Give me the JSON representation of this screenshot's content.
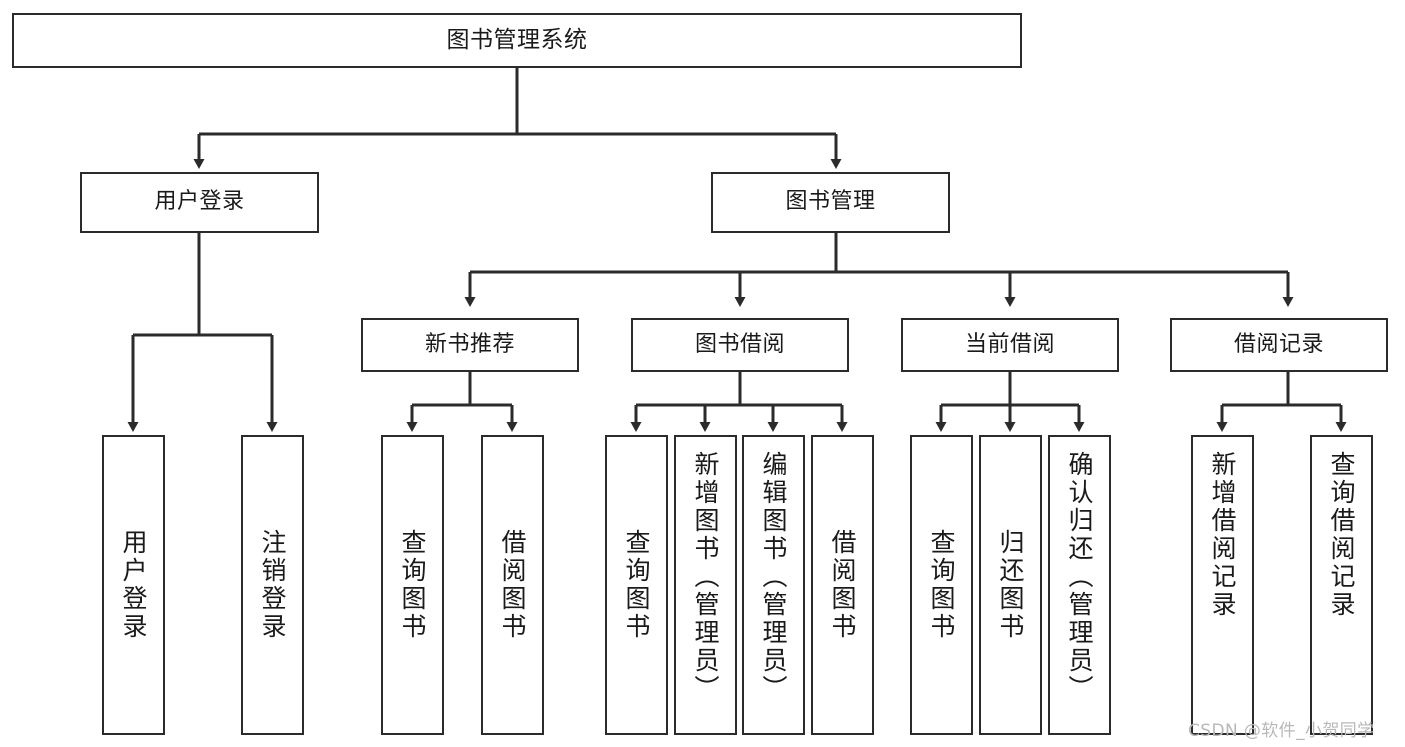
{
  "diagram": {
    "type": "tree-hierarchy",
    "title": "图书管理系统",
    "background_color": "#ffffff",
    "border_color": "#2b2b2b",
    "text_color": "#1a1a1a",
    "root": {
      "label": "图书管理系统"
    },
    "level2": [
      {
        "label": "用户登录"
      },
      {
        "label": "图书管理"
      }
    ],
    "level3": [
      {
        "label": "新书推荐"
      },
      {
        "label": "图书借阅"
      },
      {
        "label": "当前借阅"
      },
      {
        "label": "借阅记录"
      }
    ],
    "leaves": {
      "user_login": [
        {
          "label": "用户登录"
        },
        {
          "label": "注销登录"
        }
      ],
      "new_book_recommend": [
        {
          "label": "查询图书"
        },
        {
          "label": "借阅图书"
        }
      ],
      "book_borrow": [
        {
          "label": "查询图书"
        },
        {
          "label": "新增图书（管理员）"
        },
        {
          "label": "编辑图书（管理员）"
        },
        {
          "label": "借阅图书"
        }
      ],
      "current_borrow": [
        {
          "label": "查询图书"
        },
        {
          "label": "归还图书"
        },
        {
          "label": "确认归还（管理员）"
        }
      ],
      "borrow_record": [
        {
          "label": "新增借阅记录"
        },
        {
          "label": "查询借阅记录"
        }
      ]
    }
  },
  "watermark": {
    "text": "CSDN @软件_小贺同学"
  }
}
